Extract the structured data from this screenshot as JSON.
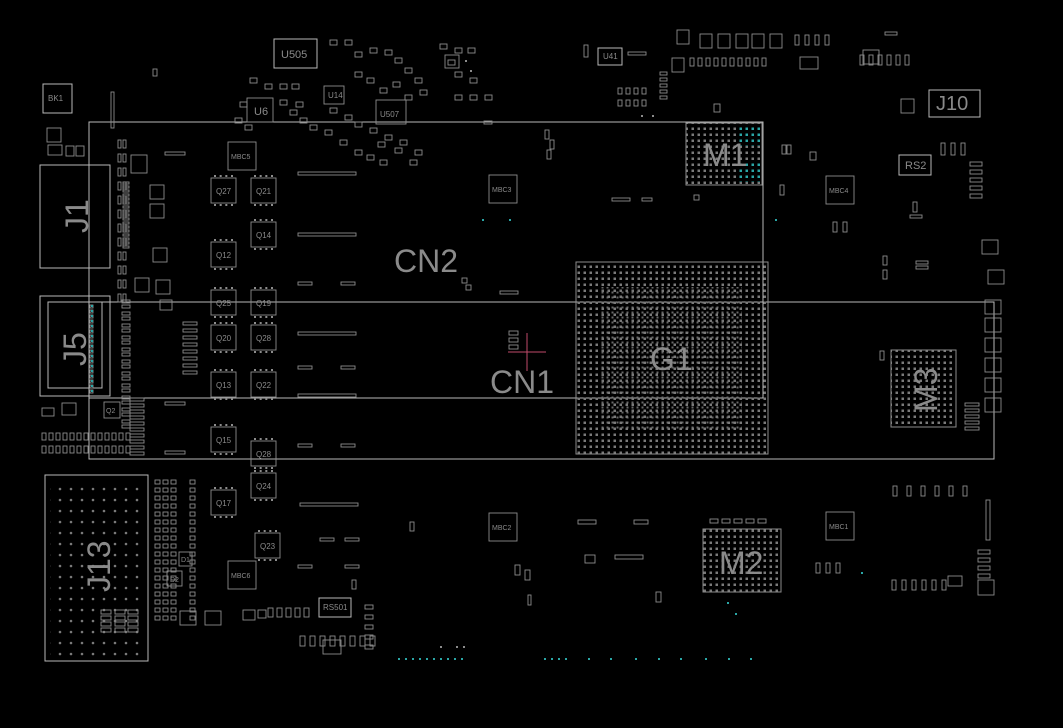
{
  "colors": {
    "background": "#000000",
    "outline": "#b9b9b9",
    "pad": "#8c8c8c",
    "label": "#8a8a8a",
    "via": "#2aa6a6",
    "cursor": "#c04a6a"
  },
  "labels": {
    "connectors": {
      "cn1": "CN1",
      "cn2": "CN2",
      "j1": "J1",
      "j5": "J5",
      "j10": "J10",
      "j13": "J13"
    },
    "chips": {
      "g1": "G1",
      "m1": "M1",
      "m2": "M2",
      "m3": "M3",
      "u505": "U505",
      "u6": "U6",
      "u507": "U507",
      "u41": "U41",
      "u14": "U14",
      "bk1": "BK1",
      "rs2": "RS2",
      "rs501": "RS501"
    },
    "mosfets": {
      "q27": "Q27",
      "q21": "Q21",
      "q14": "Q14",
      "q12": "Q12",
      "q25": "Q25",
      "q19": "Q19",
      "q20": "Q20",
      "q28a": "Q28",
      "q13": "Q13",
      "q22": "Q22",
      "q15": "Q15",
      "q28b": "Q28",
      "q24": "Q24",
      "q17": "Q17",
      "q23": "Q23",
      "q2": "Q2"
    },
    "mbc": {
      "mbc5": "MBC5",
      "mbc3": "MBC3",
      "mbc4": "MBC4",
      "mbc2": "MBC2",
      "mbc1": "MBC1",
      "mbc6": "MBC6"
    },
    "diodes": {
      "d1": "D1",
      "d2": "D2"
    }
  }
}
